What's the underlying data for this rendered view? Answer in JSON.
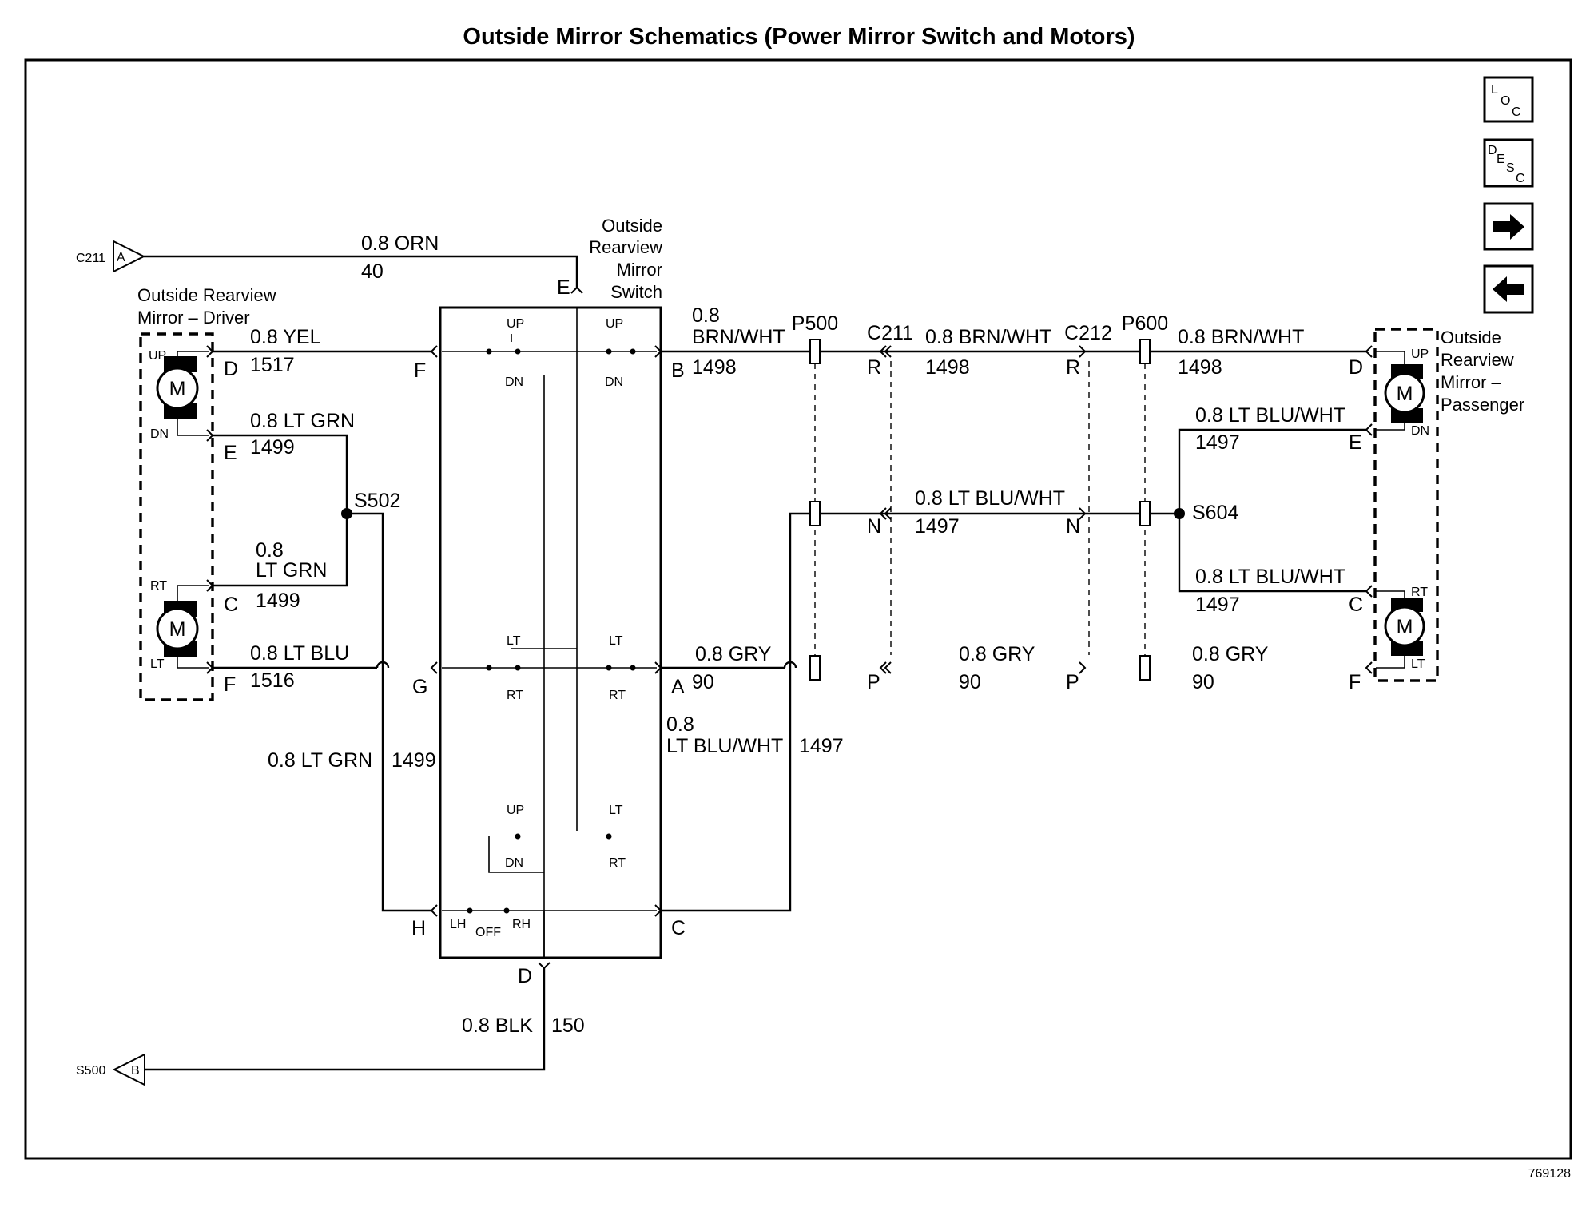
{
  "title": "Outside Mirror Schematics (Power Mirror Switch and Motors)",
  "figure_id": "769128",
  "nav": {
    "loc": [
      "L",
      "O",
      "C"
    ],
    "desc": [
      "D",
      "E",
      "S",
      "C"
    ]
  },
  "components": {
    "switch": [
      "Outside",
      "Rearview",
      "Mirror",
      "Switch"
    ],
    "driver_mirror": [
      "Outside Rearview",
      "Mirror – Driver"
    ],
    "passenger_mirror": [
      "Outside",
      "Rearview",
      "Mirror –",
      "Passenger"
    ],
    "motor_symbol": "M"
  },
  "connectors": {
    "c211_in_name": "C211",
    "c211_in_pin": "A",
    "s500_name": "S500",
    "s500_pin": "B",
    "p500": "P500",
    "c211": "C211",
    "c212": "C212",
    "p600": "P600",
    "s502": "S502",
    "s604": "S604"
  },
  "pins": {
    "drv_D": "D",
    "drv_E": "E",
    "drv_C": "C",
    "drv_F": "F",
    "sw_E": "E",
    "sw_F": "F",
    "sw_G": "G",
    "sw_H": "H",
    "sw_D": "D",
    "sw_B": "B",
    "sw_A": "A",
    "sw_C": "C",
    "c211_R": "R",
    "c211_N": "N",
    "c211_P": "P",
    "c212_R": "R",
    "c212_N": "N",
    "c212_P": "P",
    "pas_D": "D",
    "pas_E": "E",
    "pas_C": "C",
    "pas_F": "F"
  },
  "switch_labels": {
    "up": "UP",
    "dn": "DN",
    "lt": "LT",
    "rt": "RT",
    "lh": "LH",
    "off": "OFF",
    "rh": "RH"
  },
  "wires": {
    "orn": {
      "gauge": "0.8 ORN",
      "circuit": "40"
    },
    "yel": {
      "gauge": "0.8 YEL",
      "circuit": "1517"
    },
    "ltgrn_e": {
      "gauge": "0.8 LT GRN",
      "circuit": "1499"
    },
    "ltgrn_c_1": "0.8",
    "ltgrn_c_2": "LT GRN",
    "ltgrn_c_circuit": "1499",
    "ltblu": {
      "gauge": "0.8 LT BLU",
      "circuit": "1516"
    },
    "ltgrn_h": {
      "gauge": "0.8 LT GRN",
      "circuit": "1499"
    },
    "brnwht_sw_1": "0.8",
    "brnwht_sw_2": "BRN/WHT",
    "brnwht_sw_circuit": "1498",
    "brnwht_mid": {
      "gauge": "0.8 BRN/WHT",
      "circuit": "1498"
    },
    "brnwht_pas": {
      "gauge": "0.8 BRN/WHT",
      "circuit": "1498"
    },
    "ltbluwht_mid": {
      "gauge": "0.8 LT BLU/WHT",
      "circuit": "1497"
    },
    "ltbluwht_e": {
      "gauge": "0.8 LT BLU/WHT",
      "circuit": "1497"
    },
    "ltbluwht_c": {
      "gauge": "0.8 LT BLU/WHT",
      "circuit": "1497"
    },
    "ltbluwht_sw_1": "0.8",
    "ltbluwht_sw_2": "LT BLU/WHT",
    "ltbluwht_sw_circuit": "1497",
    "gry_sw": {
      "gauge": "0.8 GRY",
      "circuit": "90"
    },
    "gry_mid": {
      "gauge": "0.8 GRY",
      "circuit": "90"
    },
    "gry_pas": {
      "gauge": "0.8 GRY",
      "circuit": "90"
    },
    "blk": {
      "gauge": "0.8 BLK",
      "circuit": "150"
    }
  }
}
